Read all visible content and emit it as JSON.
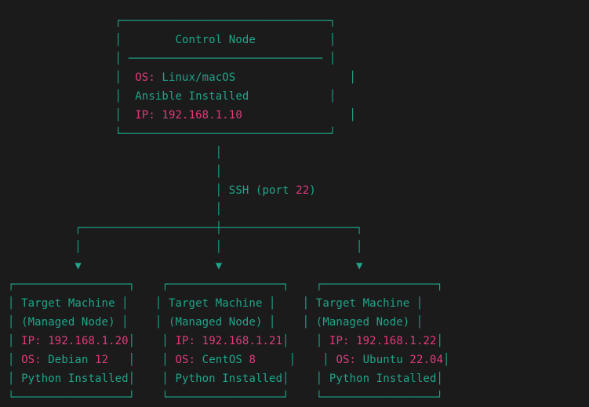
{
  "control_node": {
    "title": "Control Node",
    "os_label": "OS:",
    "os_value": "Linux/macOS",
    "status": "Ansible Installed",
    "ip_label": "IP:",
    "ip_value": "192.168.1.10"
  },
  "connection": {
    "text_before": "SSH (port ",
    "port": "22",
    "text_after": ")"
  },
  "arrow_glyph": "▼",
  "targets": [
    {
      "title": "Target Machine",
      "subtitle": "(Managed Node)",
      "ip_label": "IP:",
      "ip_value": "192.168.1.20",
      "os_label": "OS:",
      "os_name": "Debian",
      "os_version": "12",
      "status": "Python Installed"
    },
    {
      "title": "Target Machine",
      "subtitle": "(Managed Node)",
      "ip_label": "IP:",
      "ip_value": "192.168.1.21",
      "os_label": "OS:",
      "os_name": "CentOS",
      "os_version": "8",
      "status": "Python Installed"
    },
    {
      "title": "Target Machine",
      "subtitle": "(Managed Node)",
      "ip_label": "IP:",
      "ip_value": "192.168.1.22",
      "os_label": "OS:",
      "os_name": "Ubuntu",
      "os_version": "22.04",
      "status": "Python Installed"
    }
  ],
  "colors": {
    "background": "#1b1b1b",
    "line_and_text": "#1fa58a",
    "highlight": "#e23a7c"
  }
}
